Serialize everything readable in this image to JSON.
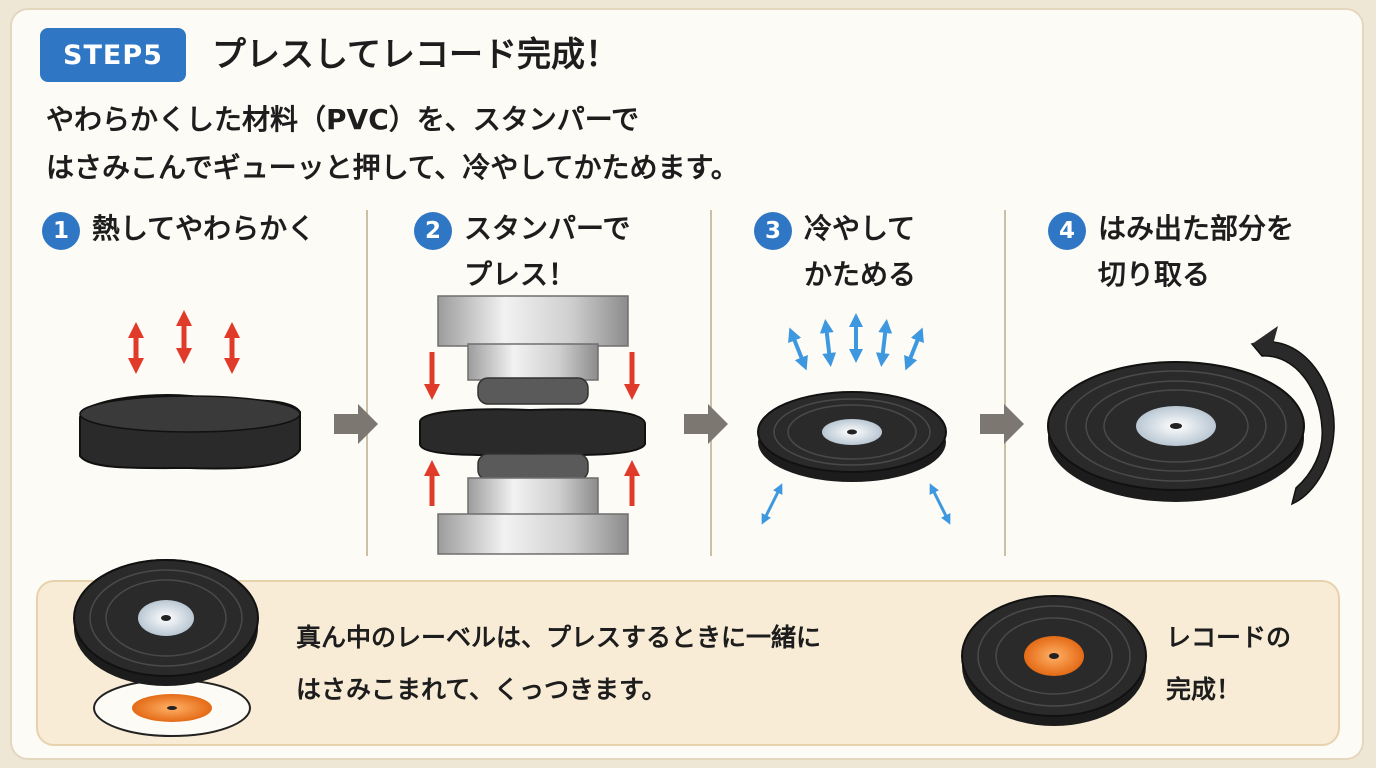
{
  "header": {
    "badge": "STEP5",
    "title": "プレスしてレコード完成！"
  },
  "intro": {
    "line1": "やわらかくした材料（PVC）を、スタンパーで",
    "line2": "はさみこんでギューッと押して、冷やしてかためます。"
  },
  "steps": [
    {
      "num": "1",
      "line1": "熱してやわらかく",
      "line2": ""
    },
    {
      "num": "2",
      "line1": "スタンパーで",
      "line2": "プレス！"
    },
    {
      "num": "3",
      "line1": "冷やして",
      "line2": "かためる"
    },
    {
      "num": "4",
      "line1": "はみ出た部分を",
      "line2": "切り取る"
    }
  ],
  "note": {
    "line1": "真ん中のレーベルは、プレスするときに一緒に",
    "line2": "はさみこまれて、くっつきます。"
  },
  "done": {
    "line1": "レコードの",
    "line2": "完成！"
  },
  "colors": {
    "accent_blue": "#2f77c4",
    "heat_arrow_red": "#e03a2a",
    "cool_arrow_blue": "#3d98e0",
    "vinyl_black": "#232323",
    "label_orange": "#ee7a22",
    "label_white": "#dfe7ee",
    "flow_arrow_gray": "#7d7771"
  }
}
